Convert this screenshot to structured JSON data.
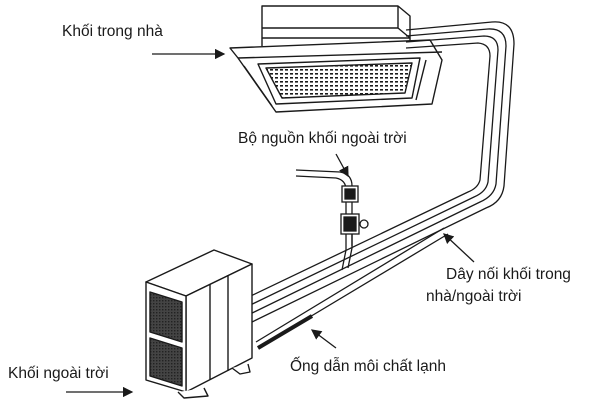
{
  "labels": {
    "indoor_unit": "Khối trong nhà",
    "outdoor_power": "Bộ nguồn khối ngoài trời",
    "connection_wire_line1": "Dây nối khối trong",
    "connection_wire_line2": "nhà/ngoài trời",
    "refrigerant_pipe": "Ống dẫn môi chất lạnh",
    "outdoor_unit": "Khối ngoài trời"
  },
  "colors": {
    "line": "#1a1a1a",
    "panel_dark": "#3a3a3a",
    "background": "#ffffff"
  }
}
